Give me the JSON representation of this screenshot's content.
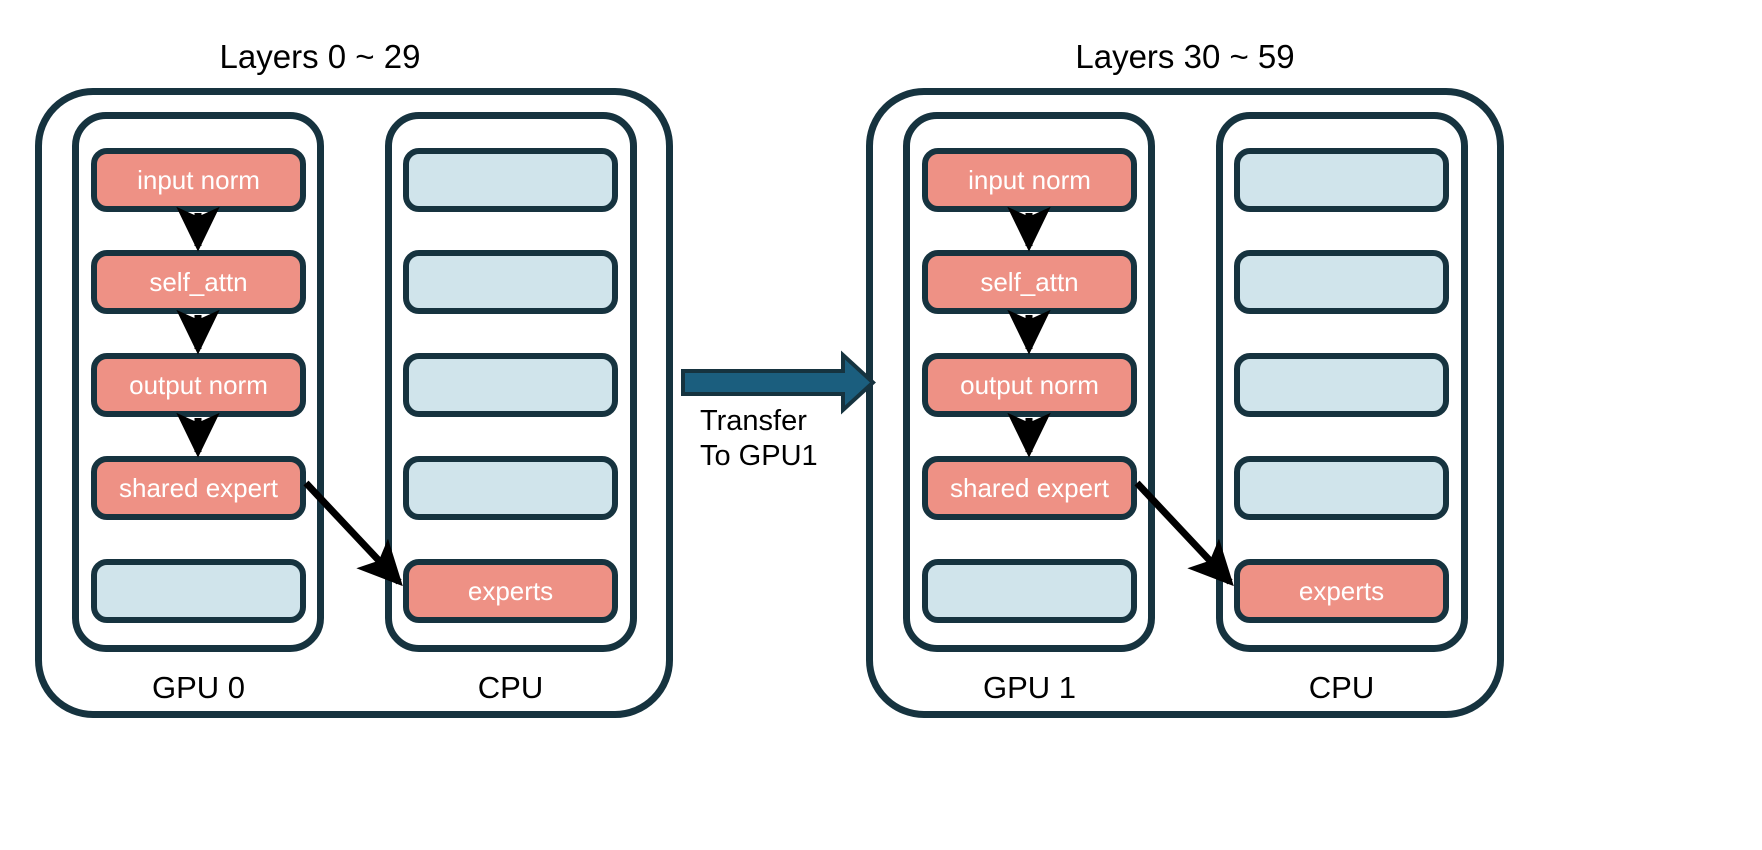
{
  "diagram": {
    "title_left": "Layers 0 ~ 29",
    "title_right": "Layers 30 ~ 59",
    "colors": {
      "active_block": "#EE9185",
      "inactive_block": "#D0E4EB",
      "outline": "#16333F",
      "transfer_arrow": "#1B5E7E",
      "background": "#FFFFFF",
      "text_dark": "#000000",
      "text_light": "#FFFFFF"
    },
    "groups": [
      {
        "id": "group-left",
        "title": "Layers 0 ~ 29",
        "devices": [
          {
            "id": "gpu0",
            "label": "GPU 0",
            "blocks": [
              {
                "label": "input norm",
                "state": "active"
              },
              {
                "label": "self_attn",
                "state": "active"
              },
              {
                "label": "output norm",
                "state": "active"
              },
              {
                "label": "shared expert",
                "state": "active"
              },
              {
                "label": "",
                "state": "inactive"
              }
            ]
          },
          {
            "id": "cpu0",
            "label": "CPU",
            "blocks": [
              {
                "label": "",
                "state": "inactive"
              },
              {
                "label": "",
                "state": "inactive"
              },
              {
                "label": "",
                "state": "inactive"
              },
              {
                "label": "",
                "state": "inactive"
              },
              {
                "label": "experts",
                "state": "active"
              }
            ]
          }
        ]
      },
      {
        "id": "group-right",
        "title": "Layers 30 ~ 59",
        "devices": [
          {
            "id": "gpu1",
            "label": "GPU 1",
            "blocks": [
              {
                "label": "input norm",
                "state": "active"
              },
              {
                "label": "self_attn",
                "state": "active"
              },
              {
                "label": "output norm",
                "state": "active"
              },
              {
                "label": "shared expert",
                "state": "active"
              },
              {
                "label": "",
                "state": "inactive"
              }
            ]
          },
          {
            "id": "cpu1",
            "label": "CPU",
            "blocks": [
              {
                "label": "",
                "state": "inactive"
              },
              {
                "label": "",
                "state": "inactive"
              },
              {
                "label": "",
                "state": "inactive"
              },
              {
                "label": "",
                "state": "inactive"
              },
              {
                "label": "experts",
                "state": "active"
              }
            ]
          }
        ]
      }
    ],
    "transfer": {
      "line1": "Transfer",
      "line2": "To GPU1",
      "direction": "left-to-right"
    }
  }
}
